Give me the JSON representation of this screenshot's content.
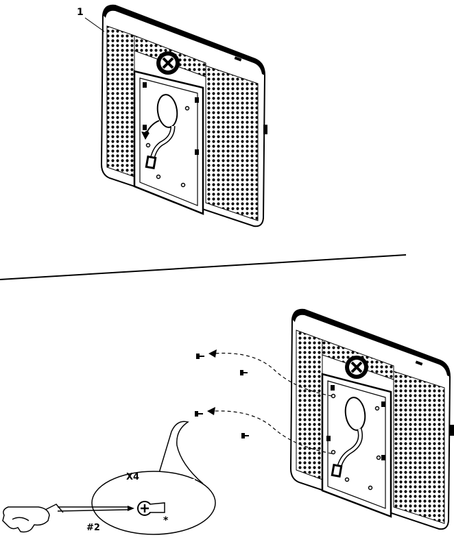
{
  "labels": {
    "callout_number": "1",
    "screw_quantity": "X4",
    "driver_size": "#2",
    "asterisk_note": "*"
  },
  "icons": {
    "device_top": "device-rear-panel",
    "device_bottom": "device-rear-panel",
    "screwdriver": "phillips-screwdriver",
    "screw": "screw"
  },
  "colors": {
    "line": "#000000",
    "background": "#ffffff"
  }
}
